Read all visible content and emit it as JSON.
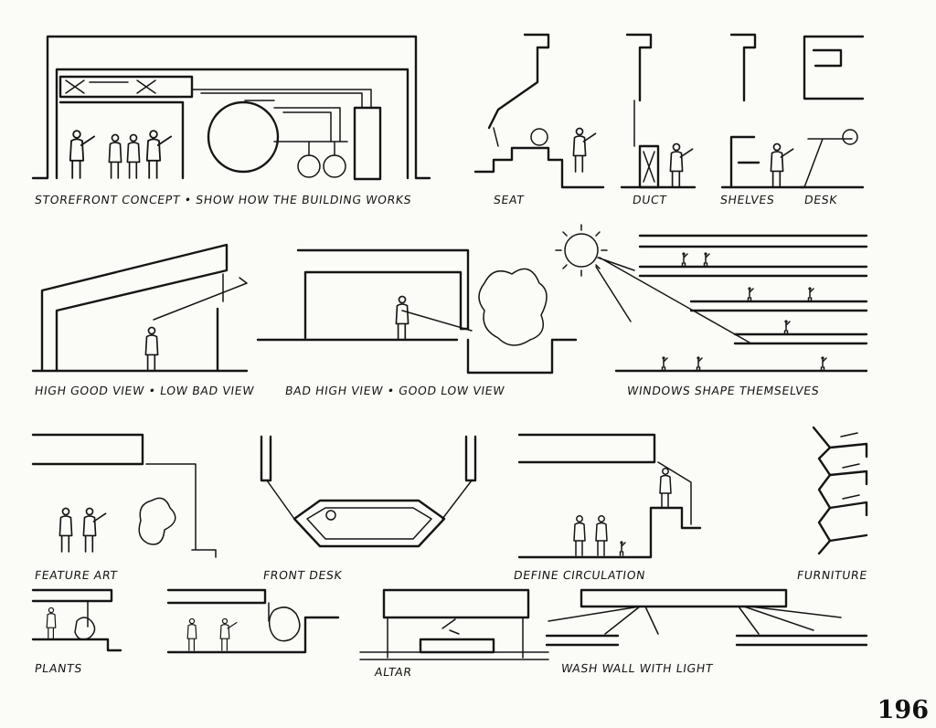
{
  "captions": {
    "storefront": "STOREFRONT CONCEPT • SHOW HOW THE BUILDING WORKS",
    "seat": "SEAT",
    "duct": "DUCT",
    "shelves": "SHELVES",
    "desk": "DESK",
    "high_good_view": "HIGH GOOD VIEW • LOW BAD VIEW",
    "bad_high_view": "BAD HIGH VIEW • GOOD LOW VIEW",
    "windows_shape": "WINDOWS SHAPE THEMSELVES",
    "feature_art": "FEATURE ART",
    "front_desk": "FRONT DESK",
    "define_circulation": "DEFINE CIRCULATION",
    "furniture": "FURNITURE",
    "plants": "PLANTS",
    "altar": "ALTAR",
    "wash_wall": "WASH WALL WITH LIGHT"
  },
  "page_number": "196"
}
